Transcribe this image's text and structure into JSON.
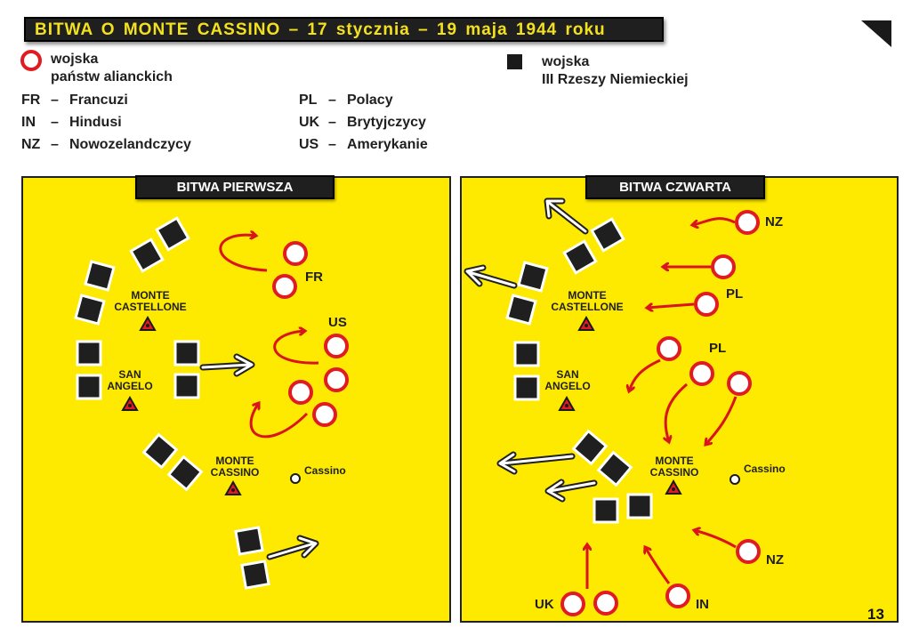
{
  "title": "BITWA O MONTE CASSINO – 17 stycznia – 19 maja 1944 roku",
  "legend": {
    "allied_line1": "wojska",
    "allied_line2": "państw alianckich",
    "axis_line1": "wojska",
    "axis_line2": "III Rzeszy Niemieckiej",
    "allied_color": "#e11b22",
    "axis_color": "#1a1a1a"
  },
  "abbreviations": [
    {
      "code": "FR",
      "dash": "–",
      "name": "Francuzi"
    },
    {
      "code": "IN",
      "dash": "–",
      "name": "Hindusi"
    },
    {
      "code": "NZ",
      "dash": "–",
      "name": "Nowozelandczycy"
    },
    {
      "code": "PL",
      "dash": "–",
      "name": "Polacy"
    },
    {
      "code": "UK",
      "dash": "–",
      "name": "Brytyjczycy"
    },
    {
      "code": "US",
      "dash": "–",
      "name": "Amerykanie"
    }
  ],
  "panels": [
    {
      "header": "BITWA PIERWSZA",
      "places": {
        "castellone_1": "MONTE",
        "castellone_2": "CASTELLONE",
        "angelo_1": "SAN",
        "angelo_2": "ANGELO",
        "cassino_1": "MONTE",
        "cassino_2": "CASSINO",
        "town": "Cassino"
      },
      "labels": {
        "fr": "FR",
        "us": "US"
      }
    },
    {
      "header": "BITWA CZWARTA",
      "places": {
        "castellone_1": "MONTE",
        "castellone_2": "CASTELLONE",
        "angelo_1": "SAN",
        "angelo_2": "ANGELO",
        "cassino_1": "MONTE",
        "cassino_2": "CASSINO",
        "town": "Cassino"
      },
      "labels": {
        "nz_top": "NZ",
        "pl_top": "PL",
        "pl_mid": "PL",
        "nz_bottom": "NZ",
        "uk": "UK",
        "in": "IN"
      }
    }
  ],
  "page_number": "13",
  "colors": {
    "map_background": "#fee900",
    "arrow_red": "#d9141c",
    "title_text": "#f3e11f"
  }
}
